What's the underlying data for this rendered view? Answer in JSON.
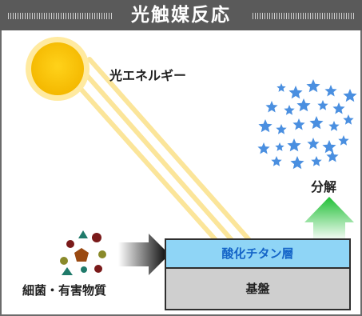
{
  "header": {
    "title": "光触媒反応"
  },
  "labels": {
    "light_energy": "光エネルギー",
    "decomposition": "分解",
    "bacteria_harmful": "細菌・有害物質"
  },
  "layers": {
    "titanium_oxide": "酸化チタン層",
    "substrate": "基盤"
  },
  "colors": {
    "header_bg": "#5a5a5a",
    "sun": "#f9c400",
    "light_beam": "#fbe59a",
    "titanium_layer": "#8fd5f6",
    "substrate": "#cfcfcf",
    "star": "#4a8fe0",
    "arrow_green": "#2ecc40",
    "arrow_black": "#111111"
  }
}
